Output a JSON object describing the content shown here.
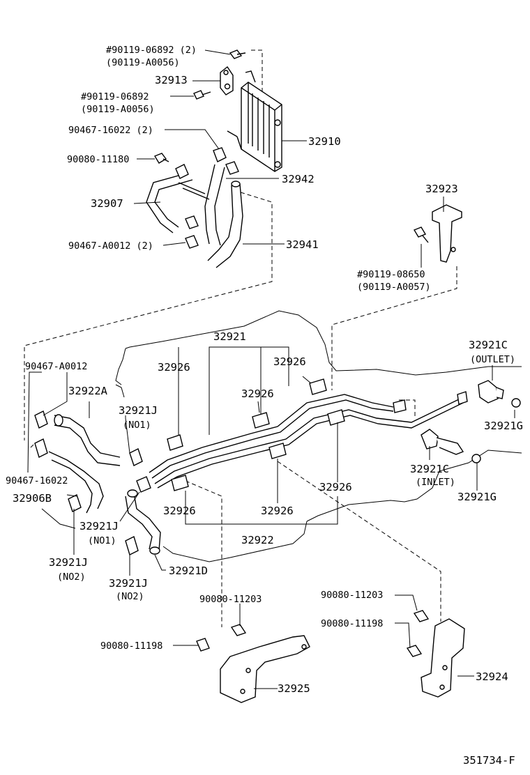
{
  "diagram_id": "351734-F",
  "labels": {
    "l_90119_06892_2": "#90119-06892 (2)",
    "l_90119_a0056_a": "(90119-A0056)",
    "l_32913": "32913",
    "l_90119_06892": "#90119-06892",
    "l_90119_a0056_b": "(90119-A0056)",
    "l_90467_16022_2": "90467-16022 (2)",
    "l_32910": "32910",
    "l_90080_11180": "90080-11180",
    "l_32942": "32942",
    "l_32907": "32907",
    "l_32941": "32941",
    "l_90467_a0012_2": "90467-A0012 (2)",
    "l_32923": "32923",
    "l_90119_08650": "#90119-08650",
    "l_90119_a0057": "(90119-A0057)",
    "l_32921": "32921",
    "l_32921c_out": "32921C",
    "l_outlet": "(OUTLET)",
    "l_90467_a0012": "90467-A0012",
    "l_32926_a": "32926",
    "l_32926_b": "32926",
    "l_32922a": "32922A",
    "l_32926_c": "32926",
    "l_32921j_no1_top": "32921J",
    "l_no1_top": "(NO1)",
    "l_32921g_a": "32921G",
    "l_32921c_in": "32921C",
    "l_inlet": "(INLET)",
    "l_90467_16022": "90467-16022",
    "l_32906b": "32906B",
    "l_32921g_b": "32921G",
    "l_32926_d": "32926",
    "l_32926_e": "32926",
    "l_32926_f": "32926",
    "l_32921j_no1_bot": "32921J",
    "l_no1_bot": "(NO1)",
    "l_32922": "32922",
    "l_32921j_no2_a": "32921J",
    "l_no2_a": "(NO2)",
    "l_32921d": "32921D",
    "l_32921j_no2_b": "32921J",
    "l_no2_b": "(NO2)",
    "l_90080_11203_a": "90080-11203",
    "l_90080_11203_b": "90080-11203",
    "l_90080_11198_b": "90080-11198",
    "l_90080_11198_a": "90080-11198",
    "l_32924": "32924",
    "l_32925": "32925"
  }
}
